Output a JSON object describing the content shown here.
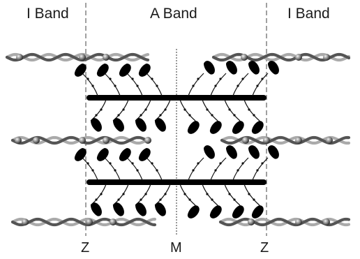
{
  "labels": {
    "band_left": "I Band",
    "band_center": "A Band",
    "band_right": "I Band",
    "z_left": "Z",
    "m_line": "M",
    "z_right": "Z"
  },
  "colors": {
    "background": "#ffffff",
    "thick_filament": "#000000",
    "actin_dark": "#555555",
    "actin_light": "#aaaaaa",
    "actin_bead": "#888888",
    "z_line": "#777777",
    "m_line": "#555555",
    "text": "#1a1a1a"
  }
}
